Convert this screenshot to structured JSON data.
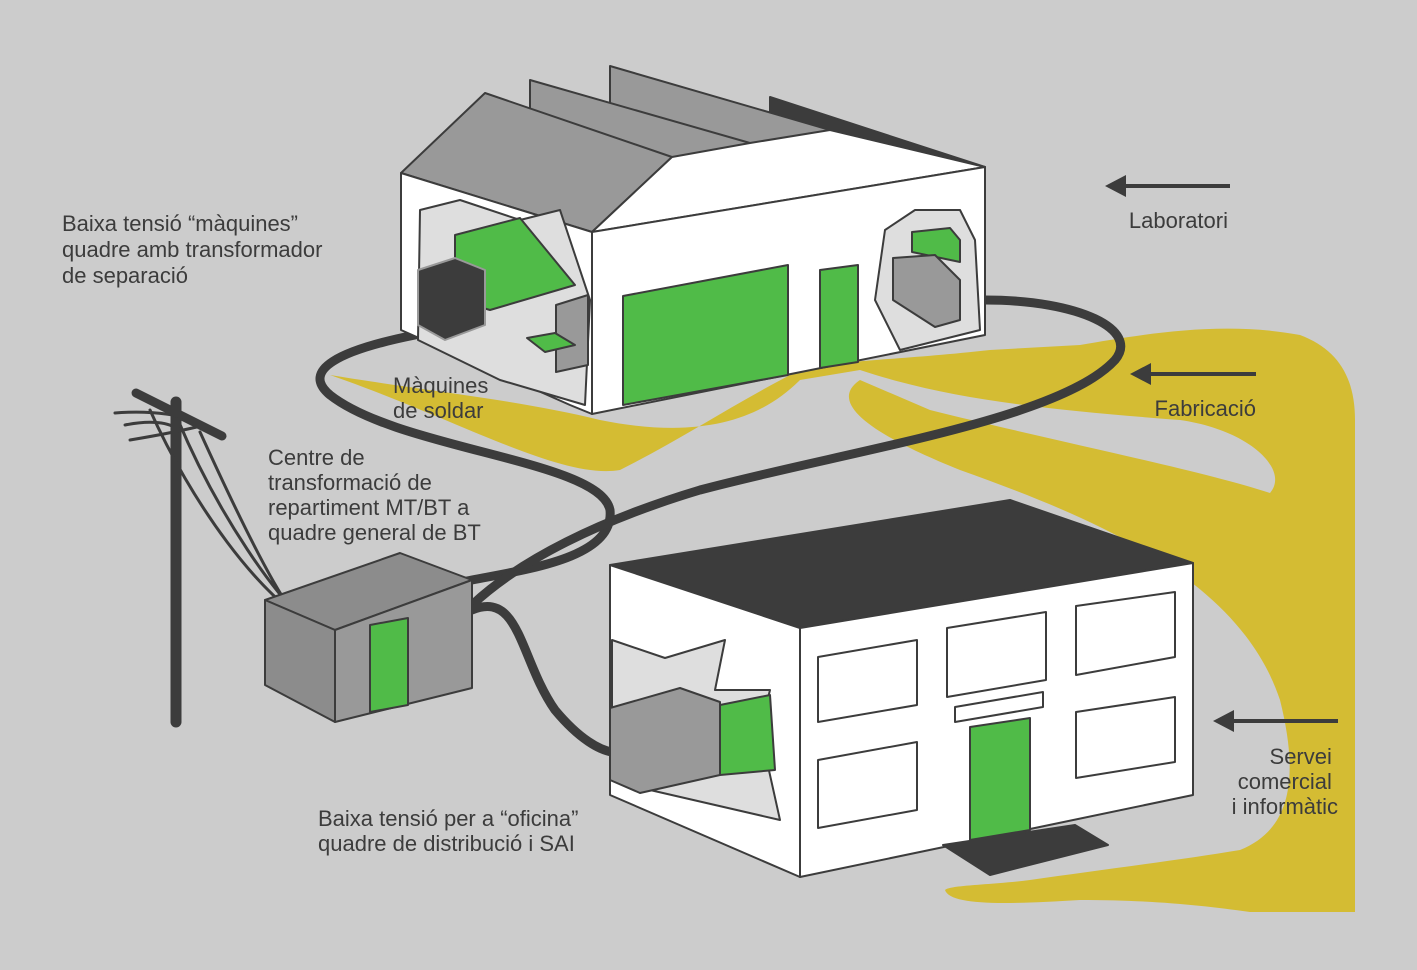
{
  "labels": {
    "maquines_lv": [
      "Baixa tensió “màquines”",
      "quadre amb transformador",
      "de separació"
    ],
    "soldar": [
      "Màquines",
      "de soldar"
    ],
    "centre": [
      "Centre de",
      "transformació de",
      "repartiment MT/BT a",
      "quadre general de BT"
    ],
    "oficina": [
      "Baixa tensió per a “oficina”",
      "quadre de distribució i SAI"
    ],
    "laboratori": "Laboratori",
    "fabricacio": "Fabricació",
    "servei": [
      "Servei",
      "comercial",
      "i informàtic"
    ]
  },
  "colors": {
    "background": "#cccccc",
    "dark": "#3c3c3c",
    "green": "#50bb48",
    "yellow": "#d4bc33",
    "roof": "#999999",
    "wall": "#ffffff"
  }
}
